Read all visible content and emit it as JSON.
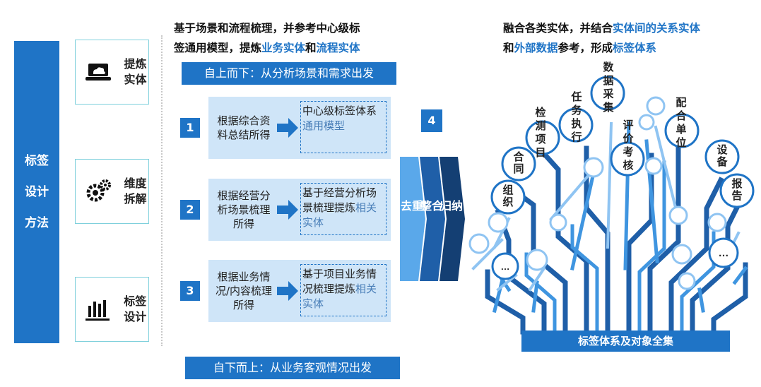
{
  "left": {
    "bar_label": [
      "标签",
      "设计",
      "方法"
    ],
    "methods": [
      {
        "label_l1": "提炼",
        "label_l2": "实体",
        "icon": "laptop-cloud-icon"
      },
      {
        "label_l1": "维度",
        "label_l2": "拆解",
        "icon": "gears-icon"
      },
      {
        "label_l1": "标签",
        "label_l2": "设计",
        "icon": "equalizer-bars-icon"
      }
    ]
  },
  "middle": {
    "title_l1": "基于场景和流程梳理，并参考中心级标",
    "title_l2_a": "签通用模型，提炼",
    "title_l2_b": "业务实体",
    "title_l2_c": "和",
    "title_l2_d": "流程实体",
    "top_banner": "自上而下：从分析场景和需求出发",
    "bottom_banner": "自下而上：从业务客观情况出发",
    "rows": [
      {
        "num": "1",
        "left": "根据综合资料总结所得",
        "right_main": "中心级标签体系",
        "right_sub": "通用模型"
      },
      {
        "num": "2",
        "left": "根据经营分析场景梳理所得",
        "right_main": "基于经营分析场景梳理提炼",
        "right_sub": "相关实体"
      },
      {
        "num": "3",
        "left": "根据业务情况/内容梳理所得",
        "right_main": "基于项目业务情况梳理提炼",
        "right_sub": "相关实体"
      }
    ],
    "step4": "4",
    "chevrons": [
      "去重",
      "整合",
      "归纳"
    ]
  },
  "right": {
    "title_l1_a": "融合各类实体，并结合",
    "title_l1_b": "实体间的关系实体",
    "title_l2_a": "和",
    "title_l2_b": "外部数据",
    "title_l2_c": "参考，形成",
    "title_l2_d": "标签体系",
    "tree_nodes": [
      "组织",
      "合同",
      "检测项目",
      "任务执行",
      "数据采集",
      "评价考核",
      "配合单位",
      "设备",
      "报告",
      "…",
      "…"
    ],
    "base_label": "标签体系及对象全集"
  },
  "colors": {
    "primary": "#1f74c6",
    "light": "#cfe5f8",
    "chev1": "#5aa8ea",
    "chev2": "#1f5fa8",
    "chev3": "#143f73"
  }
}
